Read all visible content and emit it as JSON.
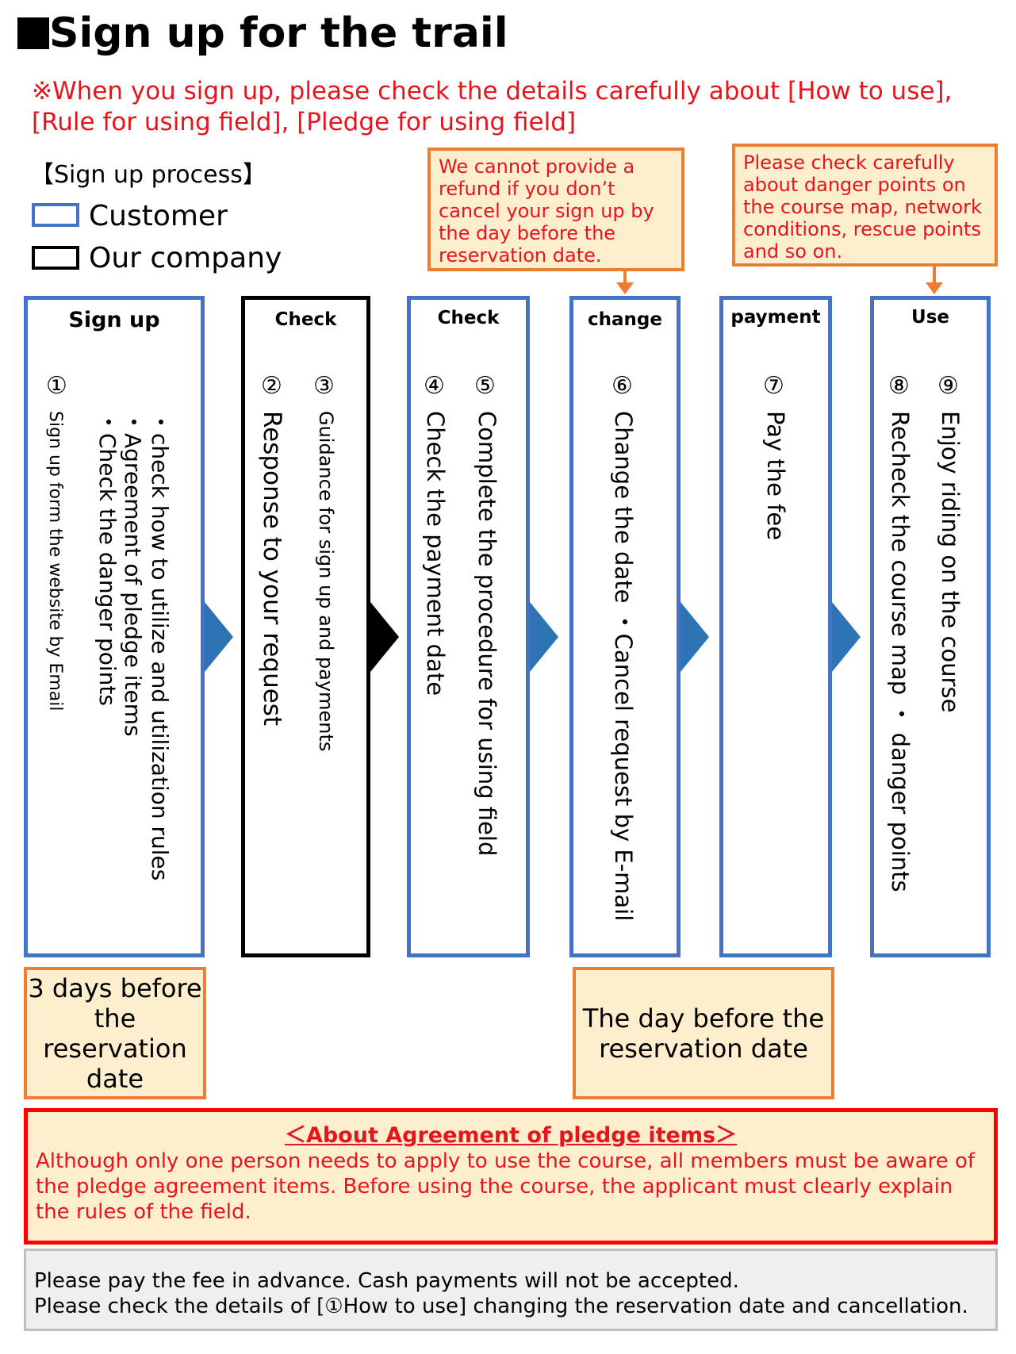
{
  "header": {
    "title": "Sign up for the trail",
    "notice": "※When you sign up, please check the details carefully about [How to use], [Rule for using field], [Pledge for using field]"
  },
  "legend": {
    "title": "【Sign up process】",
    "customer": "Customer",
    "company": "Our company"
  },
  "callouts": {
    "refund": "We cannot provide a refund if you don’t cancel your sign up by the day before the reservation date.",
    "danger": "Please check carefully about danger points on the course map, network conditions, rescue points and so on."
  },
  "steps": {
    "signup": {
      "title": "Sign up",
      "num1": "①",
      "text1": "Sign up form the website by Email",
      "bullets": [
        "・Check the danger points",
        "・Agreement of pledge items",
        "・check how to utilize and utilization rules"
      ]
    },
    "check_company": {
      "title": "Check",
      "num2": "②",
      "num3": "③",
      "text2": "Response to your request",
      "text3": "Guidance for sign up and payments"
    },
    "check_customer": {
      "title": "Check",
      "num4": "④",
      "num5": "⑤",
      "text4": "Check the payment date",
      "text5": "Complete the procedure for using field"
    },
    "change": {
      "title": "change",
      "num6": "⑥",
      "text6": "Change the date ・Cancel request by E-mail"
    },
    "payment": {
      "title": "payment",
      "num7": "⑦",
      "text7": "Pay the fee"
    },
    "use": {
      "title": "Use",
      "num8": "⑧",
      "num9": "⑨",
      "text8": "Recheck the course map ・ danger points",
      "text9": "Enjoy riding on the course"
    }
  },
  "timing": {
    "three_days": "3 days before the reservation date",
    "day_before": "The day before the reservation date"
  },
  "agreement": {
    "title": "＜About Agreement of pledge items＞",
    "body": "Although only one person needs to apply to use the course, all members must be aware of the pledge agreement items. Before using the course, the applicant must clearly explain the rules of the field."
  },
  "note": {
    "line1": "Please pay the fee in advance. Cash payments will not be accepted.",
    "line2": "Please check the details of [①How to use] changing the reservation date and cancellation."
  },
  "colors": {
    "customer_border": "#4472c4",
    "company_border": "#000000",
    "chevron": "#2e74b5",
    "callout_fill": "#fdeecd",
    "callout_border": "#ed7d31",
    "alert_red": "#e8141c"
  }
}
